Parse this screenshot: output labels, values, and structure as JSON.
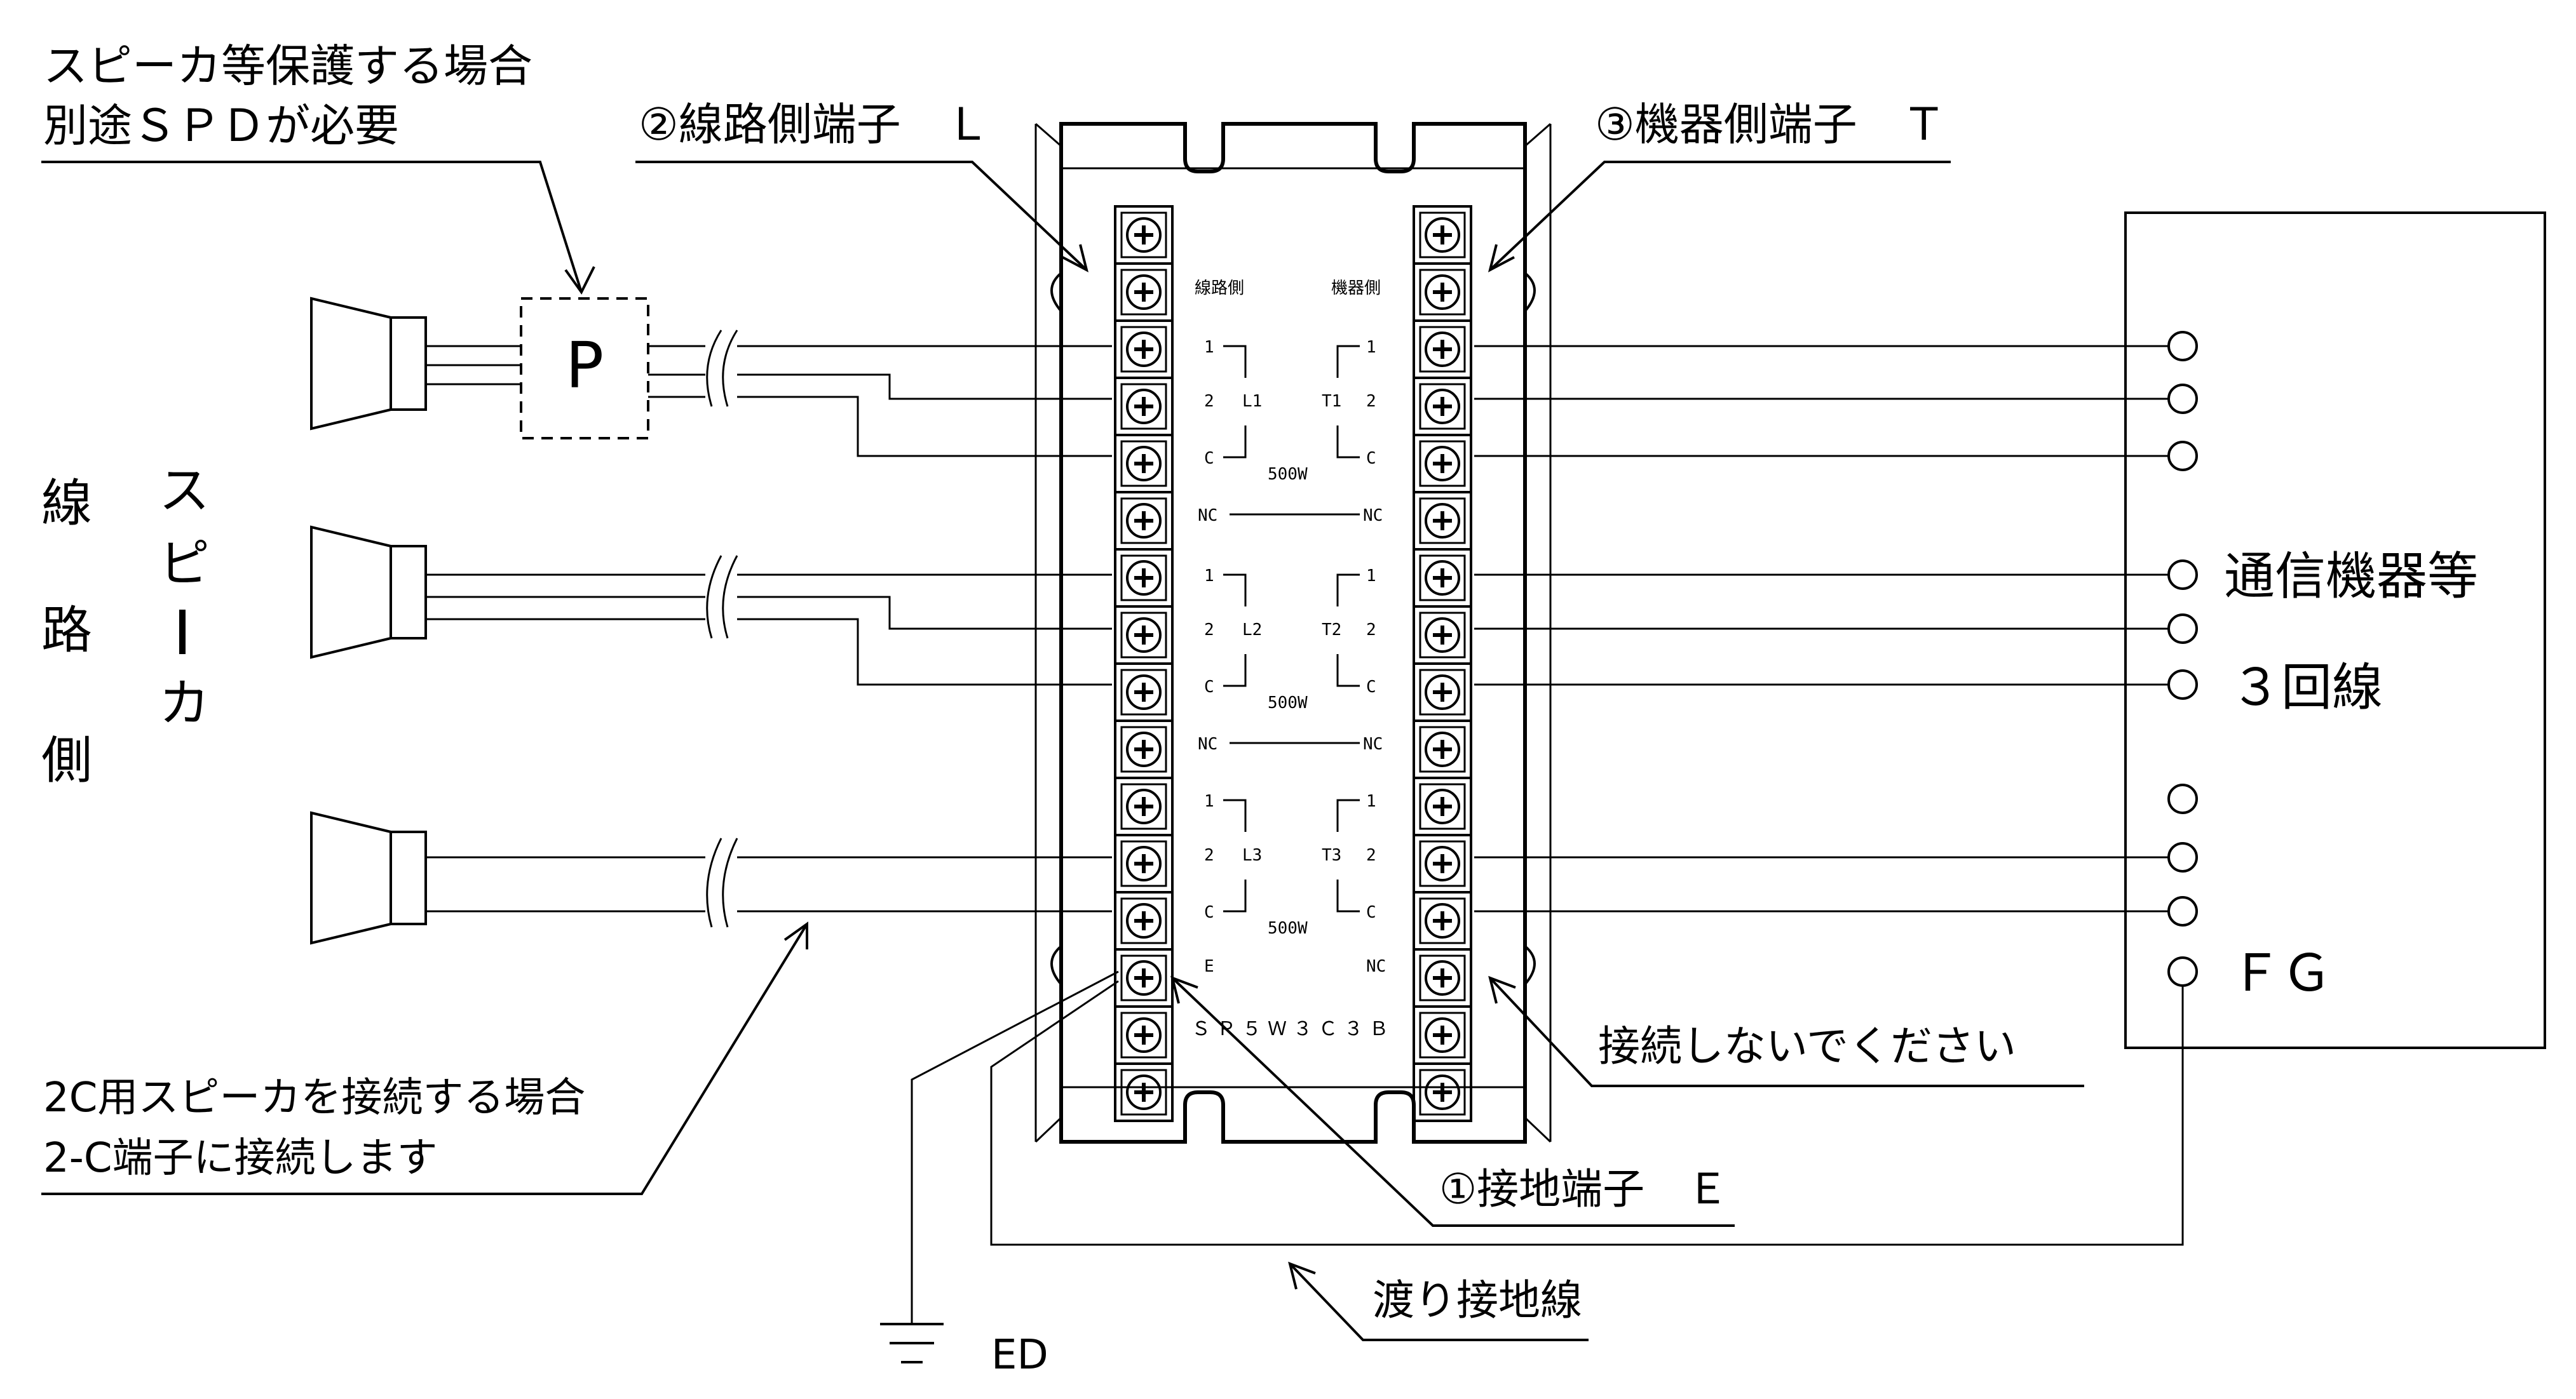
{
  "notes": {
    "spd_line1": "スピーカ等保護する場合",
    "spd_line2": "別途ＳＰＤが必要",
    "line_terminal": "②線路側端子　Ｌ",
    "equip_terminal": "③機器側端子　Ｔ",
    "speaker_2c_line1": "2C用スピーカを接続する場合",
    "speaker_2c_line2": "2-C端子に接続します",
    "do_not_connect": "接続しないでください",
    "earth_terminal": "①接地端子　Ｅ",
    "jumper_earth": "渡り接地線",
    "ground_label": "ED"
  },
  "left_side": {
    "vertical_line_side": [
      "線",
      "路",
      "側"
    ],
    "vertical_speaker": [
      "ス",
      "ピ",
      "ー",
      "カ"
    ],
    "protector_label": "P"
  },
  "right_side": {
    "equipment_label": "通信機器等",
    "circuit_label": "３回線",
    "fg_label": "ＦＧ"
  },
  "device": {
    "header_line": "線路側",
    "header_equip": "機器側",
    "model": "ＳＰ５Ｗ３Ｃ３Ｂ",
    "groups": [
      {
        "line": "L1",
        "equip": "T1",
        "rating": "500W"
      },
      {
        "line": "L2",
        "equip": "T2",
        "rating": "500W"
      },
      {
        "line": "L3",
        "equip": "T3",
        "rating": "500W"
      }
    ],
    "pin1": "1",
    "pin2": "2",
    "pinC": "C",
    "nc": "NC",
    "earth": "E"
  }
}
